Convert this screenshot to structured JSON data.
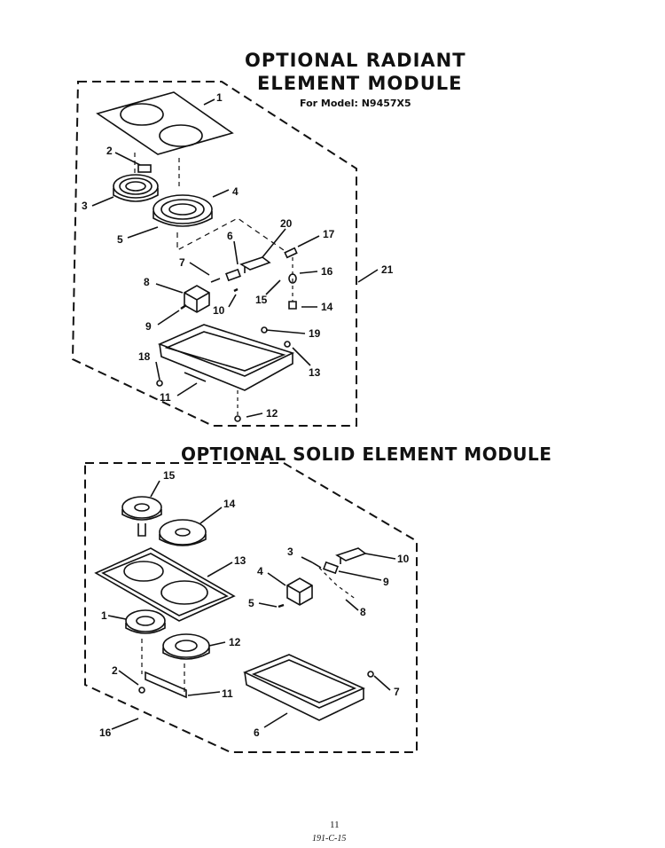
{
  "titles": {
    "radiant_line1": "OPTIONAL RADIANT",
    "radiant_line2": "ELEMENT MODULE",
    "model": "For Model: N9457X5",
    "solid": "OPTIONAL SOLID ELEMENT MODULE"
  },
  "footer": {
    "page_number": "11",
    "code": "191-C-15"
  },
  "radiant_callouts": [
    {
      "id": "r1",
      "label": "1"
    },
    {
      "id": "r2",
      "label": "2"
    },
    {
      "id": "r3",
      "label": "3"
    },
    {
      "id": "r4",
      "label": "4"
    },
    {
      "id": "r5",
      "label": "5"
    },
    {
      "id": "r6",
      "label": "6"
    },
    {
      "id": "r7",
      "label": "7"
    },
    {
      "id": "r8",
      "label": "8"
    },
    {
      "id": "r9",
      "label": "9"
    },
    {
      "id": "r10",
      "label": "10"
    },
    {
      "id": "r11",
      "label": "11"
    },
    {
      "id": "r12",
      "label": "12"
    },
    {
      "id": "r13",
      "label": "13"
    },
    {
      "id": "r14",
      "label": "14"
    },
    {
      "id": "r15",
      "label": "15"
    },
    {
      "id": "r16",
      "label": "16"
    },
    {
      "id": "r17",
      "label": "17"
    },
    {
      "id": "r18",
      "label": "18"
    },
    {
      "id": "r19",
      "label": "19"
    },
    {
      "id": "r20",
      "label": "20"
    },
    {
      "id": "r21",
      "label": "21"
    }
  ],
  "solid_callouts": [
    {
      "id": "s1",
      "label": "1"
    },
    {
      "id": "s2",
      "label": "2"
    },
    {
      "id": "s3",
      "label": "3"
    },
    {
      "id": "s4",
      "label": "4"
    },
    {
      "id": "s5",
      "label": "5"
    },
    {
      "id": "s6",
      "label": "6"
    },
    {
      "id": "s7",
      "label": "7"
    },
    {
      "id": "s8",
      "label": "8"
    },
    {
      "id": "s9",
      "label": "9"
    },
    {
      "id": "s10",
      "label": "10"
    },
    {
      "id": "s11",
      "label": "11"
    },
    {
      "id": "s12",
      "label": "12"
    },
    {
      "id": "s13",
      "label": "13"
    },
    {
      "id": "s14",
      "label": "14"
    },
    {
      "id": "s15",
      "label": "15"
    },
    {
      "id": "s16",
      "label": "16"
    }
  ]
}
